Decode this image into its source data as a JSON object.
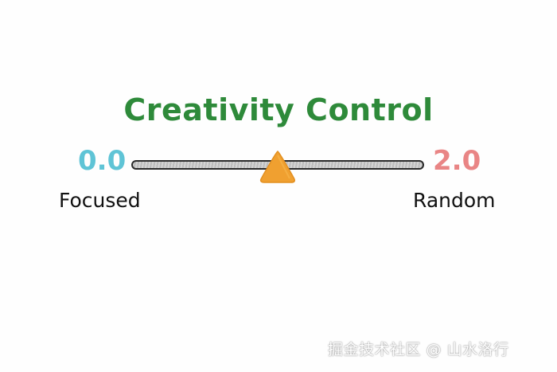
{
  "title": "Creativity Control",
  "slider": {
    "min_value": "0.0",
    "max_value": "2.0",
    "min_label": "Focused",
    "max_label": "Random",
    "current_fraction": 0.5,
    "track_color": "#c8c8c8",
    "thumb_color": "#f0a030"
  },
  "colors": {
    "title": "#2e8a3a",
    "min_value": "#5fc4d6",
    "max_value": "#e98585"
  },
  "watermark": "掘金技术社区 @ 山水洛行"
}
